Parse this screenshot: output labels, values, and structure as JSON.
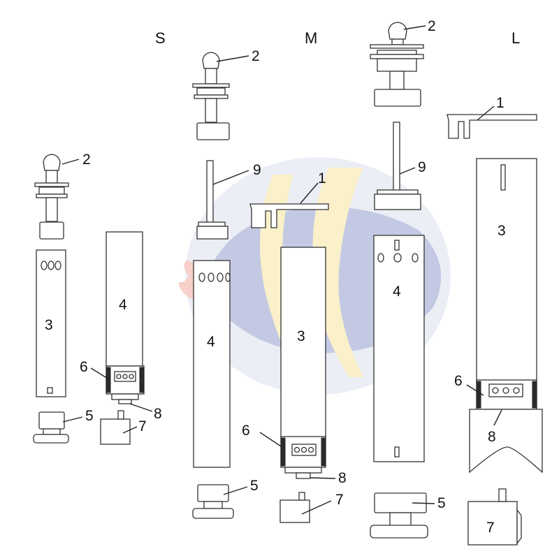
{
  "sizes": {
    "small": "S",
    "medium": "M",
    "large": "L"
  },
  "callouts": {
    "p1": "1",
    "p2": "2",
    "p3": "3",
    "p4": "4",
    "p5": "5",
    "p6": "6",
    "p7": "7",
    "p8": "8",
    "p9": "9"
  },
  "colors": {
    "outline": "#333333",
    "watermark_blue": "#4a5aa8",
    "watermark_yellow": "#f0d060",
    "watermark_red": "#e86a5a"
  },
  "watermark": "angelfish-logo"
}
